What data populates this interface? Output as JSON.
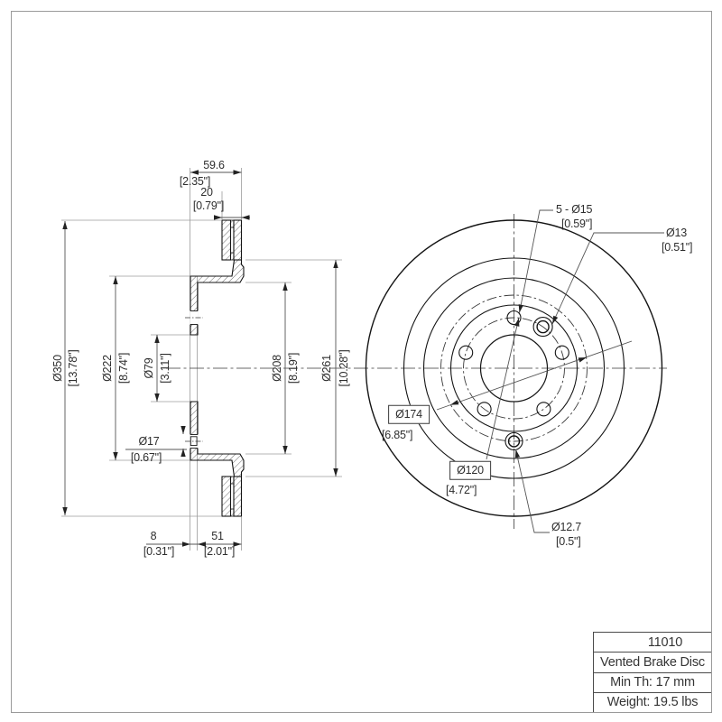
{
  "sheet": {
    "border_color": "#9a9a9a",
    "object_line_color": "#141414",
    "dimension_line_color": "#555555",
    "centerline_color": "#3a3a3a"
  },
  "title_block": {
    "part_number": "11010",
    "product_name": "Vented Brake Disc",
    "min_thickness": "Min Th: 17 mm",
    "weight": "Weight: 19.5 lbs"
  },
  "section_view": {
    "dimensions": {
      "total_width": {
        "mm": "59.6",
        "inch": "[2.35\"]"
      },
      "band_thickness": {
        "mm": "20",
        "inch": "[0.79\"]"
      },
      "outer_diameter": {
        "mm": "Ø350",
        "inch": "[13.78\"]"
      },
      "hat_diameter": {
        "mm": "Ø222",
        "inch": "[8.74\"]"
      },
      "bore_diameter": {
        "mm": "Ø79",
        "inch": "[3.11\"]"
      },
      "hat_inner_diameter": {
        "mm": "Ø208",
        "inch": "[8.19\"]"
      },
      "band_inner_diameter": {
        "mm": "Ø261",
        "inch": "[10.28\"]"
      },
      "pin_hole_diameter": {
        "mm": "Ø17",
        "inch": "[0.67\"]"
      },
      "plate_thickness": {
        "mm": "8",
        "inch": "[0.31\"]"
      },
      "hat_depth": {
        "mm": "51",
        "inch": "[2.01\"]"
      }
    }
  },
  "front_view": {
    "labels": {
      "lug_holes": {
        "mm": "5 - Ø15",
        "inch": "[0.59\"]"
      },
      "screw_hole": {
        "mm": "Ø13",
        "inch": "[0.51\"]"
      },
      "pin_circle": {
        "mm": "Ø174",
        "inch": "[6.85\"]"
      },
      "bolt_circle": {
        "mm": "Ø120",
        "inch": "[4.72\"]"
      },
      "pin_hole": {
        "mm": "Ø12.7",
        "inch": "[0.5\"]"
      }
    }
  }
}
